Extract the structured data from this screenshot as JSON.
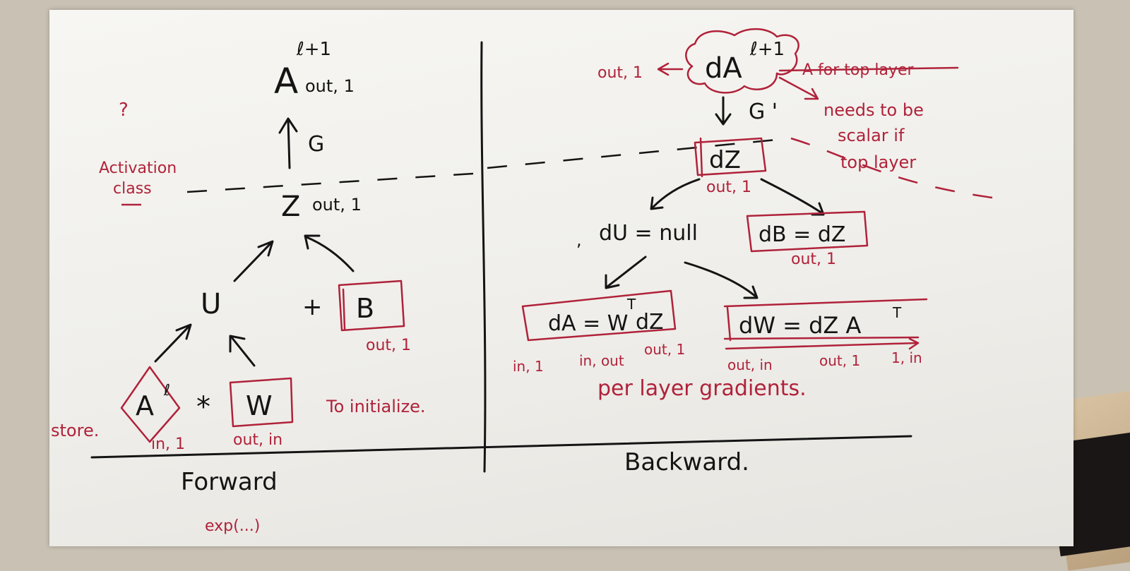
{
  "forward": {
    "a_next": "A",
    "a_next_sup": "ℓ+1",
    "a_next_dims": "out, 1",
    "g_label": "G",
    "activation_class": "Activation",
    "activation_class_2": "class",
    "z": "Z",
    "z_dims": "out, 1",
    "u": "U",
    "plus": "+",
    "b": "B",
    "b_dims": "out, 1",
    "a_l": "A",
    "a_l_sup": "ℓ",
    "times": "*",
    "w": "W",
    "a_l_dims": "in, 1",
    "w_dims": "out, in",
    "store": "store.",
    "to_initialize": "To initialize.",
    "caption": "Forward",
    "bottom_scribble": "exp(...)",
    "question_mark": "?"
  },
  "backward": {
    "da_next": "dA",
    "da_next_sup": "ℓ+1",
    "out1_left": "out, 1",
    "struck_note": "A for top layer",
    "needs_note_1": "needs to be",
    "needs_note_2": "scalar if",
    "needs_note_3": "top layer",
    "g_prime": "G '",
    "dz": "dZ",
    "dz_dims": "out, 1",
    "du": "dU = null",
    "db": "dB = dZ",
    "db_dims": "out, 1",
    "da": "dA = W",
    "da_T": "T",
    "da_tail": "dZ",
    "dw": "dW = dZ A",
    "dw_T": "T",
    "da_dims_1": "in, 1",
    "da_dims_2": "in, out",
    "da_dims_3": "out, 1",
    "dw_dims_1": "out, in",
    "dw_dims_2": "out, 1",
    "dw_dims_3": "1, in",
    "per_layer": "per layer gradients.",
    "caption": "Backward."
  },
  "colors": {
    "ink": "#141414",
    "red_ink": "#b0223a",
    "paper": "#f3f2ee"
  }
}
